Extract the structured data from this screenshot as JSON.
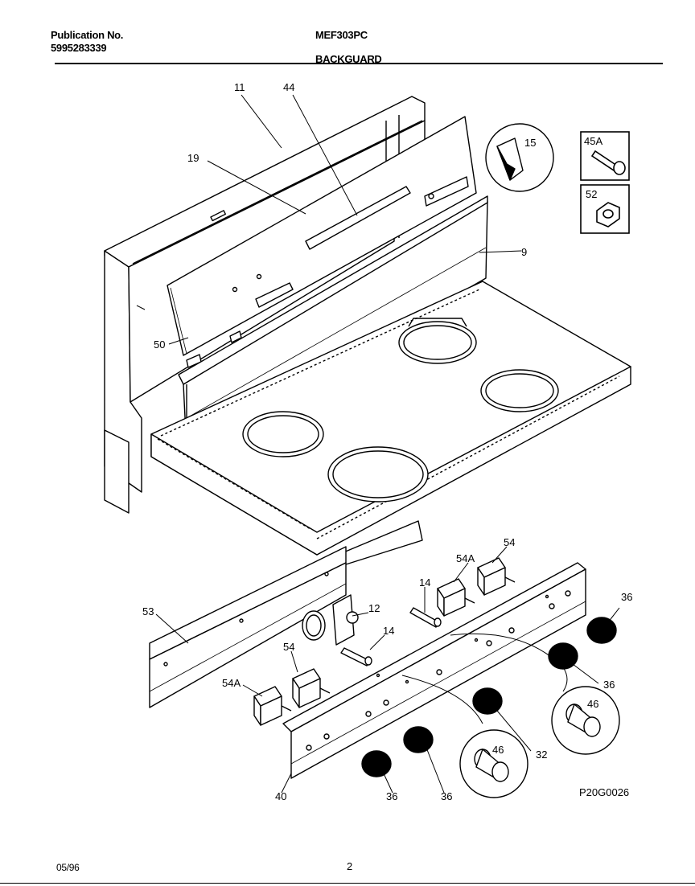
{
  "header": {
    "publication_label": "Publication No.",
    "publication_number": "5995283339",
    "model": "MEF303PC",
    "section": "BACKGUARD"
  },
  "diagram": {
    "callouts": {
      "c11": "11",
      "c44": "44",
      "c19": "19",
      "c15": "15",
      "c45A": "45A",
      "c52": "52",
      "c9": "9",
      "c50": "50",
      "c54top": "54",
      "c54Atop": "54A",
      "c14a": "14",
      "c12": "12",
      "c14b": "14",
      "c53": "53",
      "c54": "54",
      "c54A": "54A",
      "c36a": "36",
      "c36b": "36",
      "c46a": "46",
      "c32": "32",
      "c46b": "46",
      "c40": "40",
      "c36c": "36",
      "c36d": "36"
    },
    "drawing_code": "P20G0026"
  },
  "footer": {
    "date": "05/96",
    "page": "2"
  }
}
